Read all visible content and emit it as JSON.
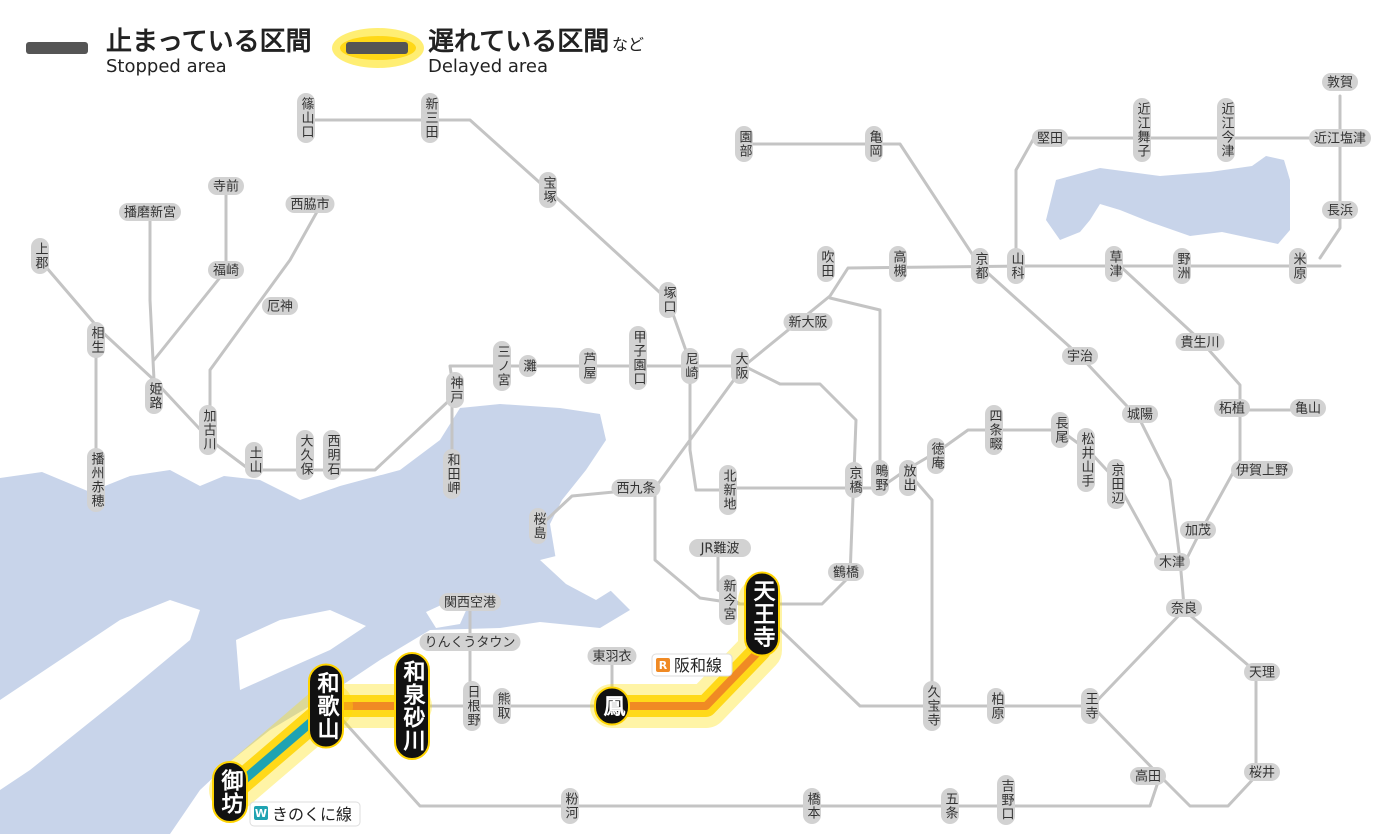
{
  "legend": {
    "stopped_ja": "止まっている区間",
    "stopped_en": "Stopped area",
    "delayed_ja": "遅れている区間",
    "delayed_suffix": "など",
    "delayed_en": "Delayed area"
  },
  "colors": {
    "line": "#c4c4c4",
    "station_fill": "#d2d2d2",
    "station_text": "#333333",
    "water": "#c8d4ea",
    "stopped": "#555555",
    "delayed_glow": "#ffe000",
    "hanwa": "#f08a24",
    "kinokuni": "#1fa3b2",
    "affected_station": "#111111"
  },
  "line_labels": {
    "hanwa_badge": "R",
    "hanwa": "阪和線",
    "kinokuni_badge": "W",
    "kinokuni": "きのくに線"
  },
  "stations": [
    {
      "id": "sasayamaguchi",
      "label": "篠山口",
      "status": "normal"
    },
    {
      "id": "shinsanda",
      "label": "新三田",
      "status": "normal"
    },
    {
      "id": "takarazuka",
      "label": "宝塚",
      "status": "normal"
    },
    {
      "id": "tsukaguchi",
      "label": "塚口",
      "status": "normal"
    },
    {
      "id": "sonobe",
      "label": "園部",
      "status": "normal"
    },
    {
      "id": "kameoka",
      "label": "亀岡",
      "status": "normal"
    },
    {
      "id": "katata",
      "label": "堅田",
      "status": "normal"
    },
    {
      "id": "omimaiko",
      "label": "近江舞子",
      "status": "normal"
    },
    {
      "id": "omiimazu",
      "label": "近江今津",
      "status": "normal"
    },
    {
      "id": "tsuruga",
      "label": "敦賀",
      "status": "normal"
    },
    {
      "id": "omishiotsu",
      "label": "近江塩津",
      "status": "normal"
    },
    {
      "id": "nagahama",
      "label": "長浜",
      "status": "normal"
    },
    {
      "id": "maibara",
      "label": "米原",
      "status": "normal"
    },
    {
      "id": "yasu",
      "label": "野洲",
      "status": "normal"
    },
    {
      "id": "kusatsu",
      "label": "草津",
      "status": "normal"
    },
    {
      "id": "yamashina",
      "label": "山科",
      "status": "normal"
    },
    {
      "id": "kyoto",
      "label": "京都",
      "status": "normal"
    },
    {
      "id": "takatsuki",
      "label": "高槻",
      "status": "normal"
    },
    {
      "id": "suita",
      "label": "吹田",
      "status": "normal"
    },
    {
      "id": "shinosaka",
      "label": "新大阪",
      "status": "normal"
    },
    {
      "id": "osaka",
      "label": "大阪",
      "status": "normal"
    },
    {
      "id": "amagasaki",
      "label": "尼崎",
      "status": "normal"
    },
    {
      "id": "koshienguchi",
      "label": "甲子園口",
      "status": "normal"
    },
    {
      "id": "ashiya",
      "label": "芦屋",
      "status": "normal"
    },
    {
      "id": "nada",
      "label": "灘",
      "status": "normal"
    },
    {
      "id": "sannomiya",
      "label": "三ノ宮",
      "status": "normal"
    },
    {
      "id": "kobe",
      "label": "神戸",
      "status": "normal"
    },
    {
      "id": "wadamisaki",
      "label": "和田岬",
      "status": "normal"
    },
    {
      "id": "nishiakashi",
      "label": "西明石",
      "status": "normal"
    },
    {
      "id": "okubo",
      "label": "大久保",
      "status": "normal"
    },
    {
      "id": "tsuchiyama",
      "label": "土山",
      "status": "normal"
    },
    {
      "id": "kakogawa",
      "label": "加古川",
      "status": "normal"
    },
    {
      "id": "yakujin",
      "label": "厄神",
      "status": "normal"
    },
    {
      "id": "nishiwakishi",
      "label": "西脇市",
      "status": "normal"
    },
    {
      "id": "fukusaki",
      "label": "福崎",
      "status": "normal"
    },
    {
      "id": "teramae",
      "label": "寺前",
      "status": "normal"
    },
    {
      "id": "harimashinguu",
      "label": "播磨新宮",
      "status": "normal"
    },
    {
      "id": "himeji",
      "label": "姫路",
      "status": "normal"
    },
    {
      "id": "aioi",
      "label": "相生",
      "status": "normal"
    },
    {
      "id": "kamigori",
      "label": "上郡",
      "status": "normal"
    },
    {
      "id": "banshuako",
      "label": "播州赤穂",
      "status": "normal"
    },
    {
      "id": "nishikujo",
      "label": "西九条",
      "status": "normal"
    },
    {
      "id": "sakurajima",
      "label": "桜島",
      "status": "normal"
    },
    {
      "id": "kitashinchi",
      "label": "北新地",
      "status": "normal"
    },
    {
      "id": "kyobashi",
      "label": "京橋",
      "status": "normal"
    },
    {
      "id": "shigino",
      "label": "鴫野",
      "status": "normal"
    },
    {
      "id": "hanaten",
      "label": "放出",
      "status": "normal"
    },
    {
      "id": "tokuan",
      "label": "徳庵",
      "status": "normal"
    },
    {
      "id": "shijonawate",
      "label": "四条畷",
      "status": "normal"
    },
    {
      "id": "nagao",
      "label": "長尾",
      "status": "normal"
    },
    {
      "id": "matsuiyamate",
      "label": "松井山手",
      "status": "normal"
    },
    {
      "id": "kyotanabe",
      "label": "京田辺",
      "status": "normal"
    },
    {
      "id": "uji",
      "label": "宇治",
      "status": "normal"
    },
    {
      "id": "joyo",
      "label": "城陽",
      "status": "normal"
    },
    {
      "id": "kizu",
      "label": "木津",
      "status": "normal"
    },
    {
      "id": "nara",
      "label": "奈良",
      "status": "normal"
    },
    {
      "id": "kamo",
      "label": "加茂",
      "status": "normal"
    },
    {
      "id": "igaueno",
      "label": "伊賀上野",
      "status": "normal"
    },
    {
      "id": "tsuge",
      "label": "柘植",
      "status": "normal"
    },
    {
      "id": "kameyama",
      "label": "亀山",
      "status": "normal"
    },
    {
      "id": "kibukawa",
      "label": "貴生川",
      "status": "normal"
    },
    {
      "id": "tenri",
      "label": "天理",
      "status": "normal"
    },
    {
      "id": "sakurai",
      "label": "桜井",
      "status": "normal"
    },
    {
      "id": "takada",
      "label": "高田",
      "status": "normal"
    },
    {
      "id": "oji",
      "label": "王寺",
      "status": "normal"
    },
    {
      "id": "kashiwara",
      "label": "柏原",
      "status": "normal"
    },
    {
      "id": "kyuhoji",
      "label": "久宝寺",
      "status": "normal"
    },
    {
      "id": "tsuruhashi",
      "label": "鶴橋",
      "status": "normal"
    },
    {
      "id": "jrnamba",
      "label": "JR難波",
      "status": "normal"
    },
    {
      "id": "shinimamiya",
      "label": "新今宮",
      "status": "normal"
    },
    {
      "id": "tennoji",
      "label": "天王寺",
      "status": "affected"
    },
    {
      "id": "otori",
      "label": "鳳",
      "status": "affected"
    },
    {
      "id": "higashihagoromo",
      "label": "東羽衣",
      "status": "normal"
    },
    {
      "id": "kumatori",
      "label": "熊取",
      "status": "normal"
    },
    {
      "id": "hineno",
      "label": "日根野",
      "status": "normal"
    },
    {
      "id": "rinkutown",
      "label": "りんくうタウン",
      "status": "normal"
    },
    {
      "id": "kansaiairport",
      "label": "関西空港",
      "status": "normal"
    },
    {
      "id": "izumisunagawa",
      "label": "和泉砂川",
      "status": "affected"
    },
    {
      "id": "wakayama",
      "label": "和歌山",
      "status": "affected"
    },
    {
      "id": "gobo",
      "label": "御坊",
      "status": "affected"
    },
    {
      "id": "kokawa",
      "label": "粉河",
      "status": "normal"
    },
    {
      "id": "hashimoto",
      "label": "橋本",
      "status": "normal"
    },
    {
      "id": "gojo",
      "label": "五条",
      "status": "normal"
    },
    {
      "id": "yoshinoguchi",
      "label": "吉野口",
      "status": "normal"
    }
  ]
}
